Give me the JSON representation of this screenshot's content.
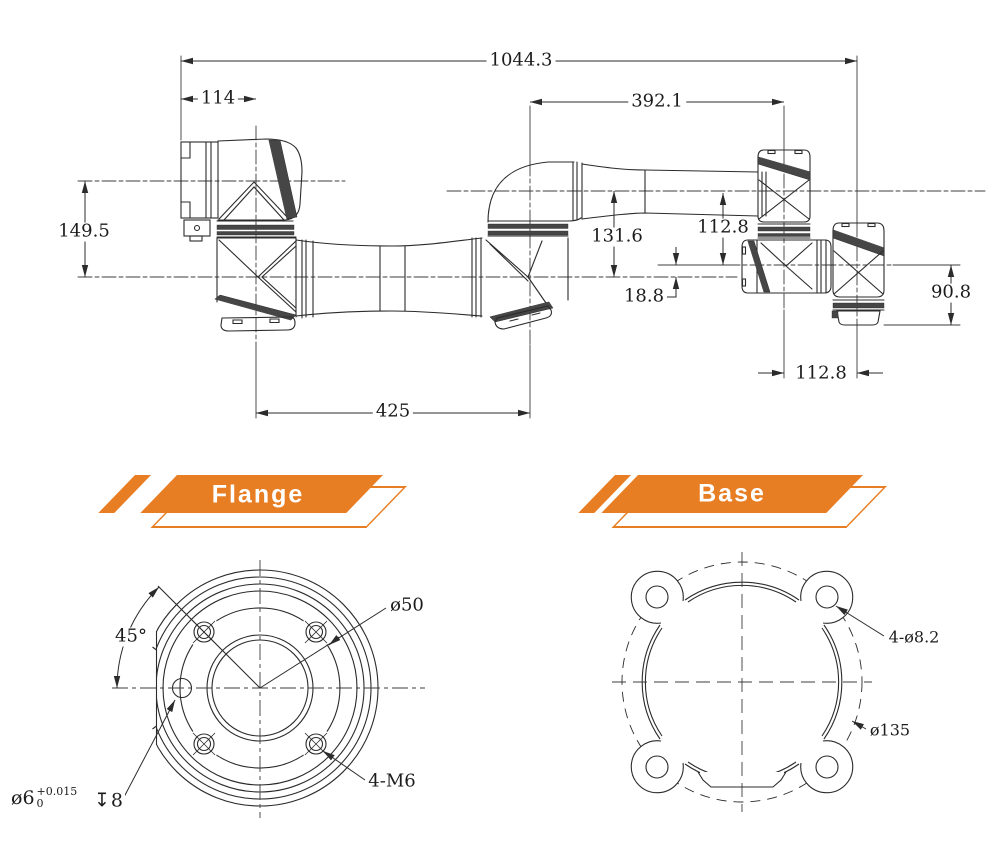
{
  "colors": {
    "accent_orange": "#e87e23",
    "line": "#2b2b2b"
  },
  "banners": {
    "flange": {
      "label": "Flange"
    },
    "base": {
      "label": "Base"
    }
  },
  "arm_view": {
    "dimensions": {
      "overall_length": "1044.3",
      "shoulder_offset": "114",
      "forearm_length": "392.1",
      "shoulder_height": "149.5",
      "elbow_height": "131.6",
      "wrist_height": "112.8",
      "axis_offset": "18.8",
      "flange_drop": "90.8",
      "wrist_offset": "112.8",
      "upper_arm_length": "425"
    }
  },
  "flange_view": {
    "labels": {
      "bolt_angle": "45°",
      "bolt_circle_diameter": "ø50",
      "thread_spec": "4-M6",
      "pin_diameter": "ø6",
      "pin_tol_upper": "+0.015",
      "pin_tol_lower": "0",
      "pin_depth_symbol": "↧",
      "pin_depth": "8"
    }
  },
  "base_view": {
    "labels": {
      "hole_spec": "4-ø8.2",
      "bolt_circle_diameter": "ø135"
    }
  }
}
